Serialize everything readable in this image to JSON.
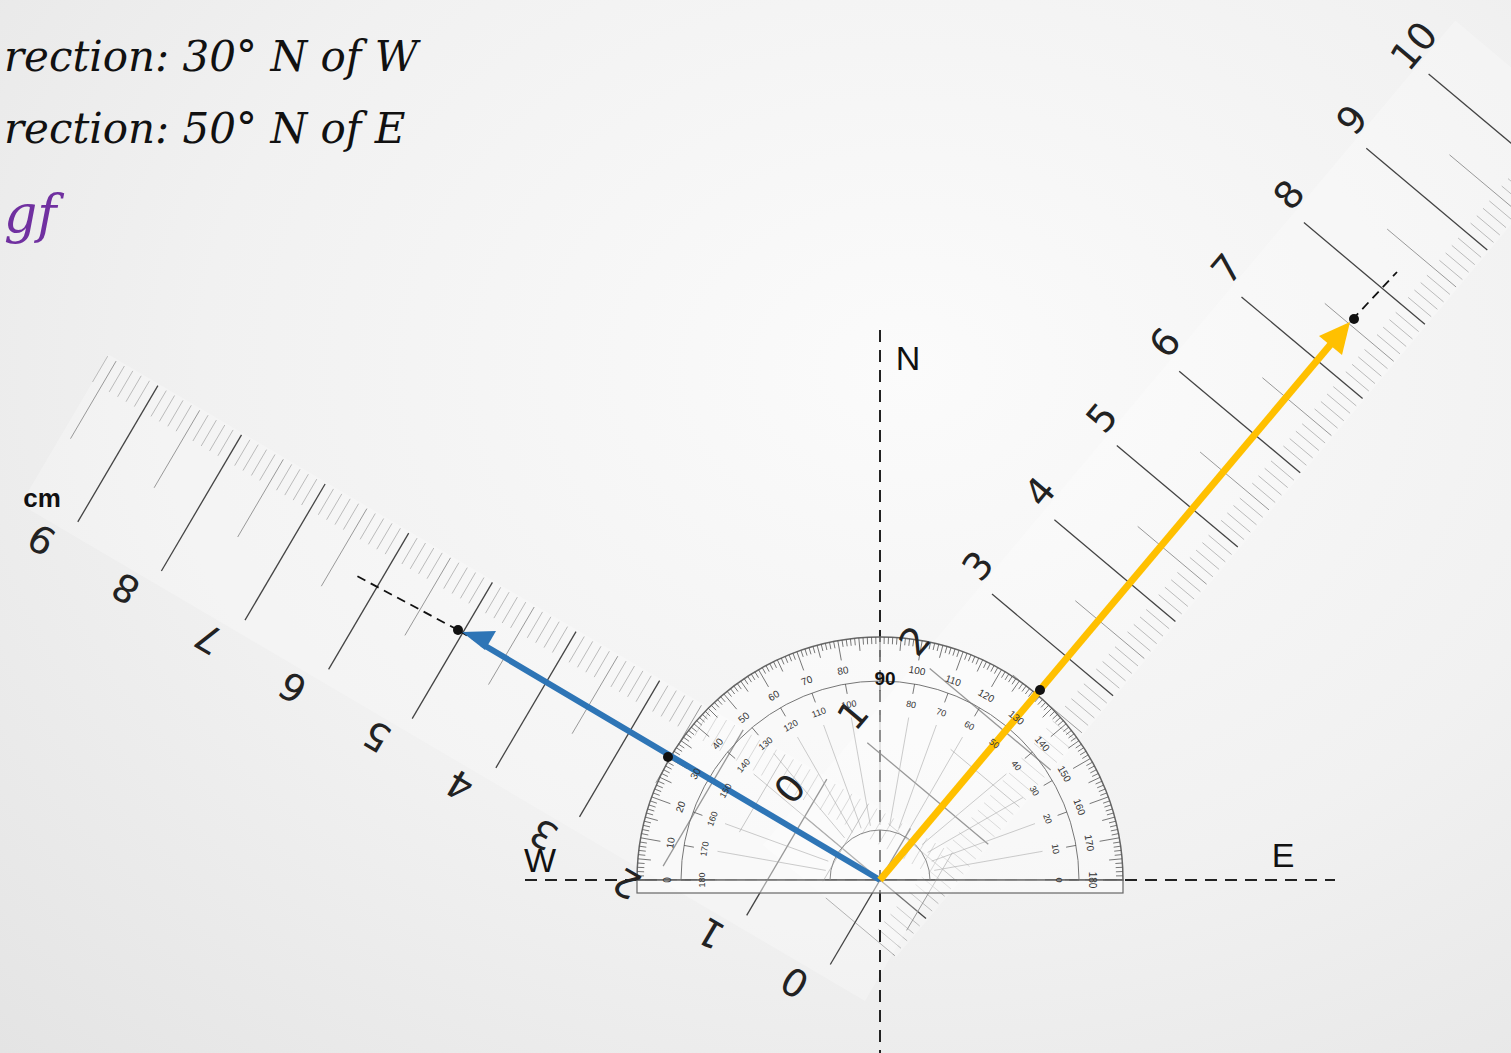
{
  "diagram": {
    "labels": [
      "rection: 30° N of W",
      "rection: 50° N of E",
      "gf",
      "N",
      "W",
      "E",
      "0",
      "1",
      "2",
      "3",
      "4",
      "5",
      "6",
      "7",
      "8",
      "9",
      "10",
      "0",
      "1",
      "2",
      "3",
      "4",
      "5",
      "6",
      "7",
      "8",
      "9",
      "cm",
      "90",
      "0",
      "10",
      "20",
      "30",
      "40",
      "50",
      "60",
      "70",
      "80",
      "100",
      "110",
      "120",
      "130",
      "140",
      "150",
      "160",
      "170",
      "180",
      "180",
      "170",
      "160",
      "150",
      "140",
      "130",
      "120",
      "110",
      "100",
      "80",
      "70",
      "60",
      "50",
      "40",
      "30",
      "20",
      "10",
      "0"
    ]
  }
}
